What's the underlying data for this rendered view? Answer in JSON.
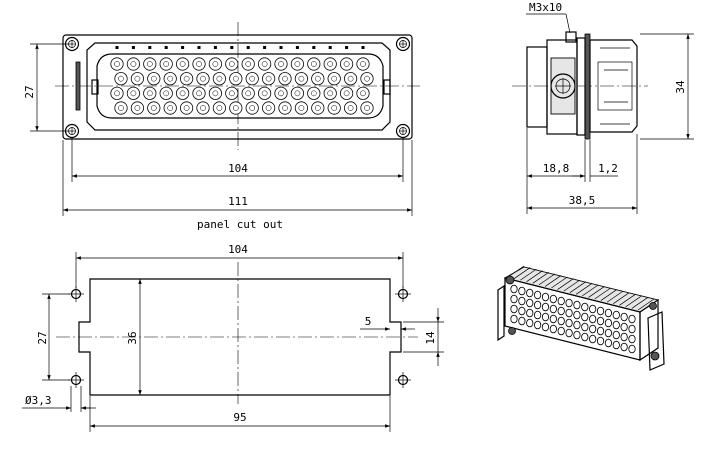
{
  "labels": {
    "screw": "M3x10",
    "panel_cut_out": "panel cut out"
  },
  "dimensions": {
    "front_height": "27",
    "front_width_inner": "104",
    "front_width_outer": "111",
    "side_height": "34",
    "side_depth_a": "18,8",
    "side_depth_b": "1,2",
    "side_depth_total": "38,5",
    "cut_width_top": "104",
    "cut_width_bottom": "95",
    "cut_hole_pitch": "27",
    "cut_height": "36",
    "cut_notch_depth": "5",
    "cut_notch_height": "14",
    "hole_diameter": "Ø3,3"
  }
}
